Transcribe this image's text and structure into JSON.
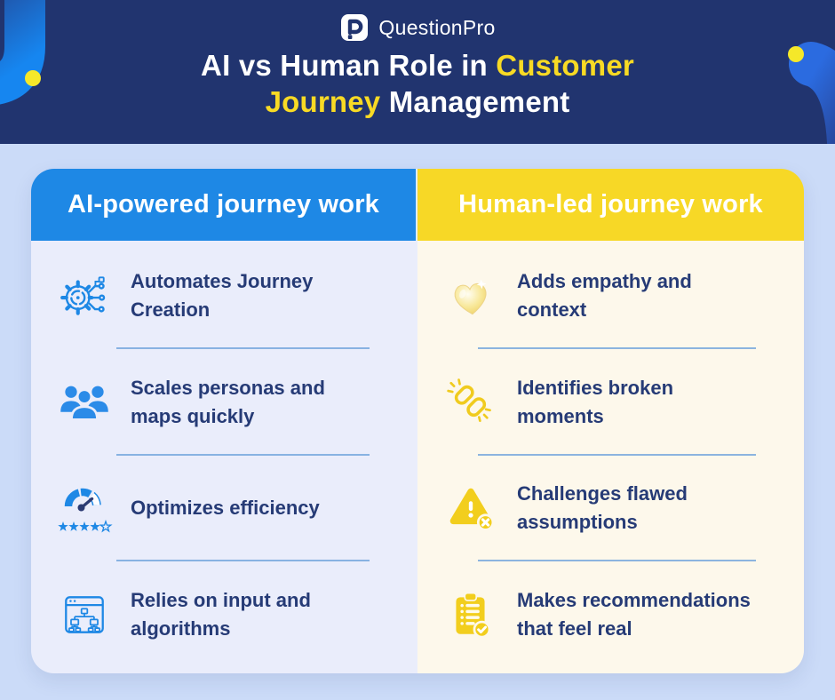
{
  "brand": {
    "name": "QuestionPro"
  },
  "header": {
    "title_line1": [
      {
        "text": "AI"
      },
      {
        "text": " vs "
      },
      {
        "text": "Human"
      },
      {
        "text": " Role in "
      },
      {
        "text": "Customer"
      }
    ],
    "title_line2": [
      {
        "text": "Journey"
      },
      {
        "text": " Management"
      }
    ]
  },
  "colors": {
    "header_navy": "#21346F",
    "page_blue": "#CBDBF8",
    "ai_blue": "#1E88E5",
    "human_yellow": "#F7D826",
    "title_yellow": "#F8DA24",
    "ai_body": "#EAEDFB",
    "human_body": "#FDF8EB",
    "item_text_navy": "#263B76",
    "divider_blue": "#6FA3DC",
    "icon_gold": "#F2CE1D",
    "accent_dot_yellow": "#F5E829"
  },
  "columns": {
    "ai": {
      "header": "AI-powered journey work",
      "items": [
        {
          "icon": "ai-automation-gear-icon",
          "text": "Automates Journey\nCreation"
        },
        {
          "icon": "personas-group-icon",
          "text": "Scales personas and\nmaps quickly"
        },
        {
          "icon": "efficiency-gauge-icon",
          "text": "Optimizes efficiency",
          "rating": "4 of 5 stars"
        },
        {
          "icon": "algorithm-flowchart-icon",
          "text": "Relies on input and\nalgorithms"
        }
      ]
    },
    "human": {
      "header": "Human-led journey work",
      "items": [
        {
          "icon": "heart-icon",
          "text": "Adds empathy and\ncontext"
        },
        {
          "icon": "broken-chain-icon",
          "text": "Identifies broken\nmoments"
        },
        {
          "icon": "warning-error-icon",
          "text": "Challenges flawed\nassumptions"
        },
        {
          "icon": "clipboard-check-icon",
          "text": "Makes recommendations\nthat feel real"
        }
      ]
    }
  }
}
